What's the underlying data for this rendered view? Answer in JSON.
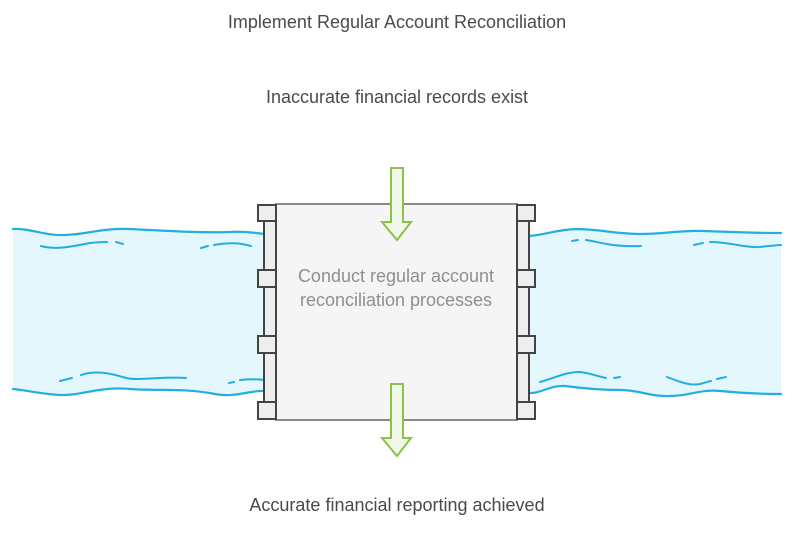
{
  "title": "Implement Regular Account Reconciliation",
  "input": {
    "text": "Inaccurate financial records exist"
  },
  "process": {
    "text": "Conduct regular account reconciliation processes"
  },
  "output": {
    "text": "Accurate financial reporting achieved"
  },
  "icons": {
    "input_arrow": "arrow-down-icon",
    "output_arrow": "arrow-down-icon",
    "river": "river-wave-icon",
    "dam": "dam-gate-icon"
  },
  "colors": {
    "river_fill": "#e3f7fd",
    "river_stroke": "#23aee0",
    "box_fill": "#f5f5f5",
    "box_stroke": "#8a8a8a",
    "post_fill": "#eeeeee",
    "post_stroke": "#444444",
    "arrow_fill": "#f1f8e9",
    "arrow_stroke": "#8bc34a",
    "text": "#4a4a4a",
    "box_text": "#8f8f8f"
  }
}
